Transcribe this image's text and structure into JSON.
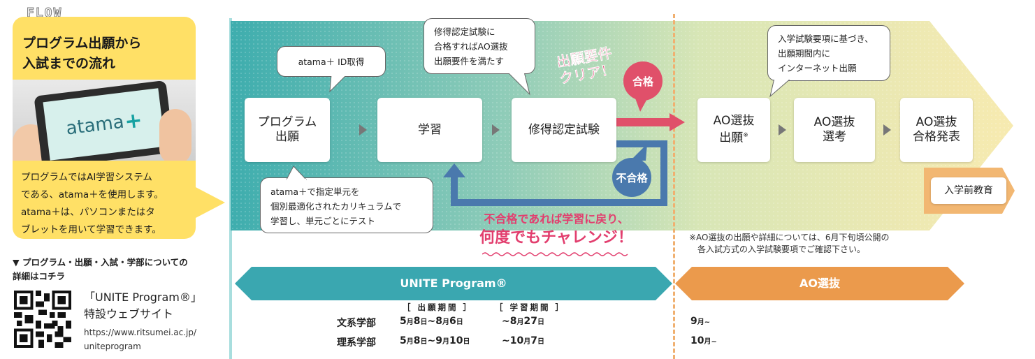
{
  "flow_label": "FLOW",
  "card": {
    "title_line1": "プログラム出願から",
    "title_line2": "入試までの流れ",
    "tablet_logo": "atama",
    "tablet_logo_plus": "+",
    "body_lines": [
      "プログラムではAI学習システム",
      "である、atama＋を使用します。",
      "atama＋は、パソコンまたはタ",
      "ブレットを用いて学習できます。"
    ]
  },
  "info": {
    "head_line1": "▼ プログラム・出願・入試・学部についての",
    "head_line2": "詳細はコチラ",
    "site_title_line1": "「UNITE Program®」",
    "site_title_line2": "特設ウェブサイト",
    "url_line1": "https://www.ritsumei.ac.jp/",
    "url_line2": "uniteprogram"
  },
  "steps": {
    "program_apply": [
      "プログラム",
      "出願"
    ],
    "study": "学習",
    "cert_exam": "修得認定試験",
    "ao_apply": [
      "AO選抜",
      "出願"
    ],
    "ao_apply_mark": "※",
    "ao_select": [
      "AO選抜",
      "選考"
    ],
    "ao_result": [
      "AO選抜",
      "合格発表"
    ],
    "pre_education": "入学前教育"
  },
  "bubbles": {
    "id": "atama＋ ID取得",
    "cert": [
      "修得認定試験に",
      "合格すればAO選抜",
      "出願要件を満たす"
    ],
    "ao": [
      "入学試験要項に基づき、",
      "出願期間内に",
      "インターネット出願"
    ],
    "study": [
      "atama＋で指定単元を",
      "個別最適化されたカリキュラムで",
      "学習し、単元ごとにテスト"
    ]
  },
  "badges": {
    "pass": "合格",
    "fail": "不合格",
    "clear_line1": "出願要件",
    "clear_line2": "クリア！",
    "retry_line1": "不合格であれば学習に戻り、",
    "retry_line2": "何度でもチャレンジ！"
  },
  "note": [
    "※AO選抜の出願や詳細については、6月下旬頃公開の",
    "　各入試方式の入学試験要項でご確認下さい。"
  ],
  "bars": {
    "unite": "UNITE Program®",
    "ao": "AO選抜"
  },
  "schedule": {
    "head_apply": "［ 出願期間 ］",
    "head_study": "［ 学習期間 ］",
    "rows": [
      {
        "faculty": "文系学部",
        "apply": [
          "5",
          "月",
          "8",
          "日",
          "~",
          "8",
          "月",
          "6",
          "日"
        ],
        "study": [
          "~",
          "8",
          "月",
          "27",
          "日"
        ],
        "ao": [
          "9",
          "月~"
        ]
      },
      {
        "faculty": "理系学部",
        "apply": [
          "5",
          "月",
          "8",
          "日",
          "~",
          "9",
          "月",
          "10",
          "日"
        ],
        "study": [
          "~",
          "10",
          "月",
          "7",
          "日"
        ],
        "ao": [
          "10",
          "月~"
        ]
      }
    ]
  },
  "colors": {
    "teal": "#3aa7b0",
    "orange": "#eb9a4c",
    "red": "#e0506a",
    "blue": "#4a79ad",
    "yellow": "#ffe066"
  }
}
